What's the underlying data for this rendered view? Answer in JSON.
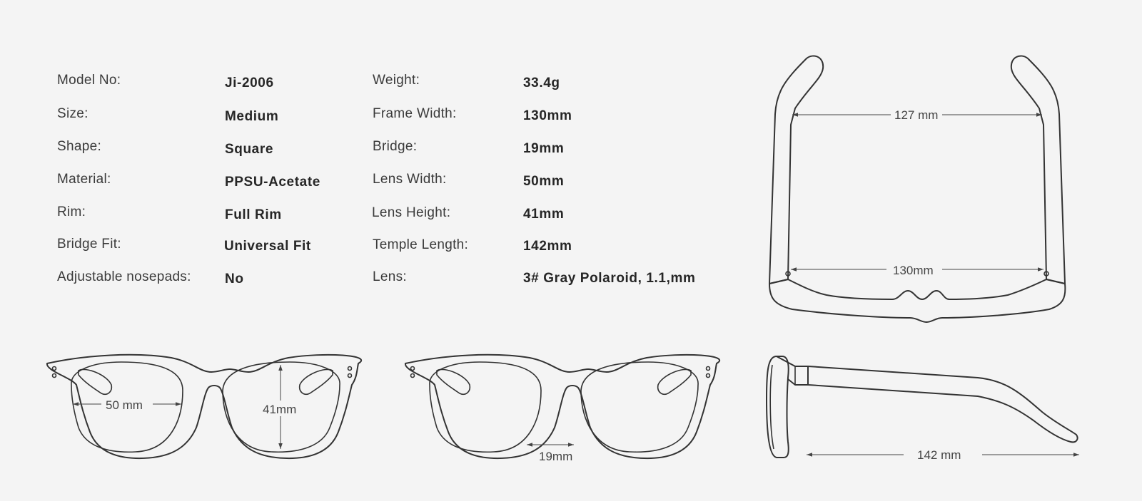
{
  "specs_left": [
    {
      "label": "Model No:",
      "value": "Ji-2006"
    },
    {
      "label": "Size:",
      "value": "Medium"
    },
    {
      "label": "Shape:",
      "value": "Square"
    },
    {
      "label": "Material:",
      "value": "PPSU-Acetate"
    },
    {
      "label": "Rim:",
      "value": "Full Rim"
    },
    {
      "label": "Bridge Fit:",
      "value": "Universal Fit"
    },
    {
      "label": "Adjustable nosepads:",
      "value": "No"
    }
  ],
  "specs_right": [
    {
      "label": "Weight:",
      "value": "33.4g"
    },
    {
      "label": "Frame Width:",
      "value": "130mm"
    },
    {
      "label": "Bridge:",
      "value": "19mm"
    },
    {
      "label": "Lens Width:",
      "value": "50mm"
    },
    {
      "label": "Lens Height:",
      "value": "41mm"
    },
    {
      "label": "Temple Length:",
      "value": "142mm"
    },
    {
      "label": "Lens:",
      "value": "3# Gray Polaroid, 1.1,mm"
    }
  ],
  "dimensions": {
    "temple_span": "127 mm",
    "frame_width": "130mm",
    "lens_width": "50 mm",
    "lens_height": "41mm",
    "bridge": "19mm",
    "temple_length": "142 mm"
  },
  "colors": {
    "background": "#f4f4f4",
    "line": "#333333"
  }
}
